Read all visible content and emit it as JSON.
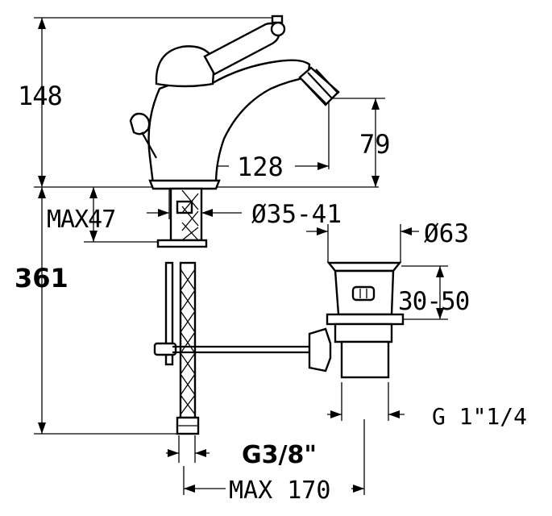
{
  "dimensions": {
    "tap_height": "148",
    "aerator_height": "79",
    "spout_reach": "128",
    "max_deck_thickness": "MAX47",
    "hole_diameter": "Ø35-41",
    "waste_diameter": "Ø63",
    "waste_adjust": "30-50",
    "overall_height": "361",
    "waste_thread": "G 1\"1/4",
    "inlet_thread": "G3/8\"",
    "max_rod": "MAX 170"
  }
}
